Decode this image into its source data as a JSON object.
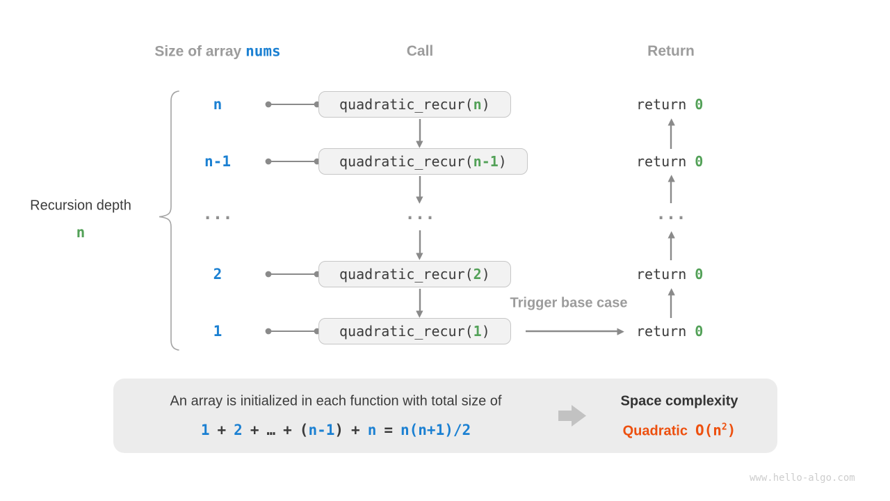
{
  "colors": {
    "blue": "#1b80d2",
    "green": "#53a158",
    "orange": "#ed500f",
    "gray_heading": "#9c9c9c",
    "dark": "#3b3b3b",
    "arrow": "#8a8a8a",
    "panel_bg": "#ececec",
    "box_bg": "#f2f2f2",
    "box_border": "#c6c6c6",
    "watermark": "#cdcdcd"
  },
  "headers": {
    "size_label": "Size of array",
    "size_code": "nums",
    "call": "Call",
    "return": "Return"
  },
  "brace_label": {
    "line1": "Recursion depth",
    "line2": "n"
  },
  "code": {
    "call_prefix": "quadratic_recur(",
    "call_suffix": ")",
    "return_prefix": "return",
    "return_value": "0"
  },
  "rows": [
    {
      "size": "n",
      "arg": "n"
    },
    {
      "size": "n-1",
      "arg": "n-1"
    },
    {
      "ellipsis": "..."
    },
    {
      "size": "2",
      "arg": "2"
    },
    {
      "size": "1",
      "arg": "1"
    }
  ],
  "trigger_label": "Trigger base case",
  "panel": {
    "line1": "An array is initialized in each function with total size of",
    "formula": {
      "n1": "1",
      "p1": "+",
      "n2": "2",
      "p2": "+",
      "dots": "…",
      "p3": "+",
      "lp": "(",
      "mid": "n-1",
      "rp": ")",
      "p4": "+",
      "n3": "n",
      "eq": "=",
      "rhs": "n(n+1)/2"
    },
    "space_title": "Space complexity",
    "q_word": "Quadratic",
    "o_prefix": "O(n",
    "o_sup": "2",
    "o_close": ")"
  },
  "watermark": "www.hello-algo.com"
}
